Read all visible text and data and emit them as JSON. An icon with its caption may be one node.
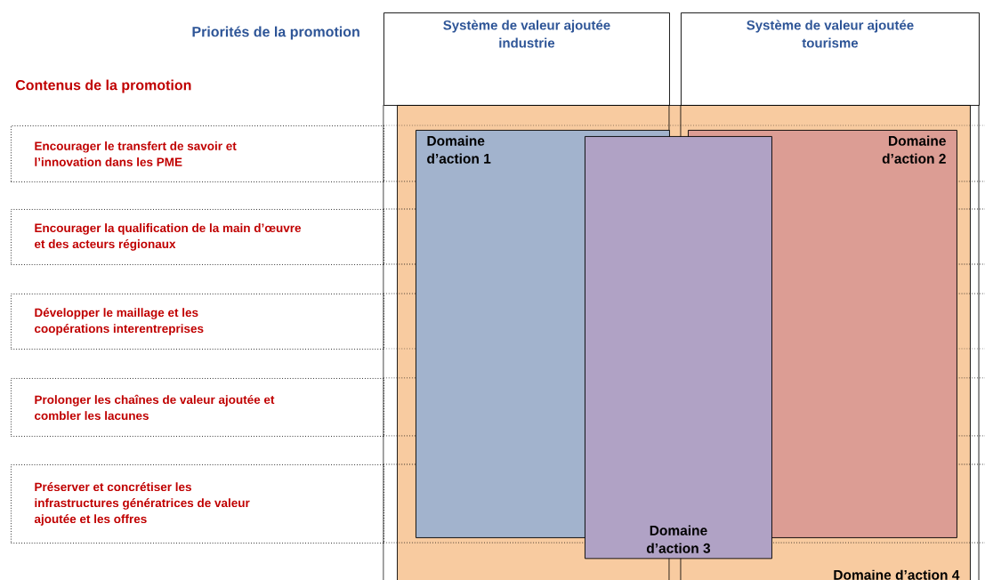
{
  "diagram": {
    "nodes": [
      {
        "text": [
          "Système de valeur ajoutée industrie"
        ]
      },
      {
        "text": [
          "Système de valeur ajoutée tourisme"
        ]
      },
      {
        "text": [
          "Encourager le transfert de savoir et l’innovation dans les PME"
        ]
      },
      {
        "text": [
          "Encourager la qualification de la main d’œuvre et des acteurs régionaux"
        ]
      },
      {
        "text": [
          "Développer le maillage et les coopérations interentreprises"
        ]
      },
      {
        "text": [
          "Prolonger les chaînes de valeur ajoutée et combler les lacunes"
        ]
      },
      {
        "text": [
          "Préserver et concrétiser les infrastructures génératrices de valeur ajoutée et les offres"
        ]
      },
      {
        "text": [
          "Domaine d’action 4"
        ]
      },
      {
        "text": [
          "Domaine d’action 1"
        ],
        "in": 7
      },
      {
        "text": [
          "Domaine d’action 2"
        ],
        "in": 7
      },
      {
        "text": [
          "Domaine d’action 3"
        ],
        "in": 7
      }
    ],
    "labels": [
      "Priorités de la promotion",
      "Contenus de la promotion"
    ]
  }
}
